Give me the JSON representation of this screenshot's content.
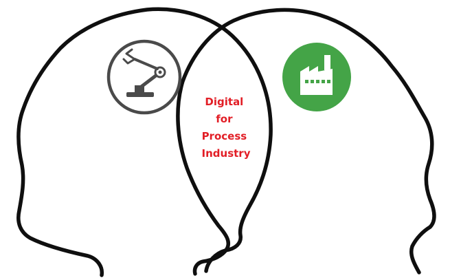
{
  "center_label": {
    "lines": [
      "Digital",
      "for",
      "Process",
      "Industry"
    ]
  },
  "icons": {
    "left": "robotic-arm-icon",
    "right": "factory-icon"
  },
  "colors": {
    "outline": "#0f0f0f",
    "text": "#e21e26",
    "left_circle_stroke": "#4a4a4a",
    "right_circle_fill": "#44a447",
    "icon_dark": "#4a4a4a",
    "icon_light": "#ffffff"
  }
}
